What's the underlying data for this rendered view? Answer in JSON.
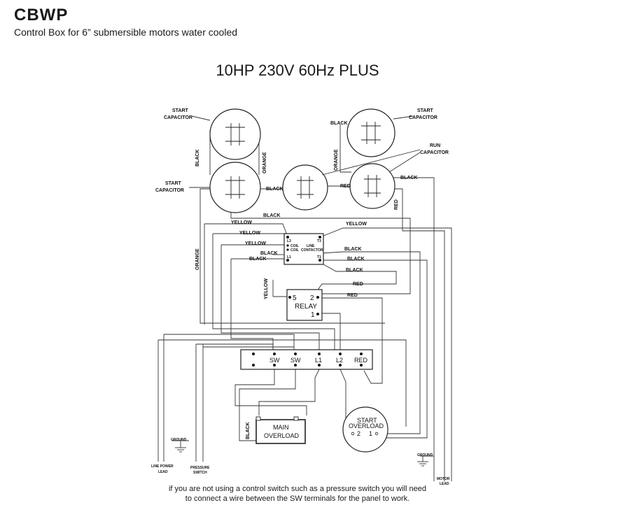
{
  "header": {
    "brand": "CBWP",
    "subtitle": "Control Box for 6” submersible motors water cooled",
    "heading": "10HP 230V 60Hz PLUS"
  },
  "labels": {
    "start_capacitor_line1": "START",
    "start_capacitor_line2": "CAPACITOR",
    "run_capacitor_line1": "RUN",
    "run_capacitor_line2": "CAPACITOR",
    "black": "BLACK",
    "orange": "ORANGE",
    "red": "RED",
    "yellow": "YELLOW",
    "ground": "GROUND",
    "line_power_line1": "LINE POWER",
    "line_power_line2": "LEAD",
    "pressure_line1": "PRESSURE",
    "pressure_line2": "SWITCH",
    "motor_line1": "MOTOR",
    "motor_line2": "LEAD"
  },
  "contactor": {
    "l3": "L3",
    "t3": "T3",
    "coil": "COIL",
    "line": "LINE",
    "contactor": "CONTACTOR",
    "l1": "L1",
    "t1": "T1"
  },
  "relay": {
    "label": "RELAY",
    "t5": "5",
    "t2": "2",
    "t1": "1"
  },
  "terminal_block": {
    "terminals": [
      "SW",
      "SW",
      "L1",
      "L2",
      "RED"
    ]
  },
  "main_overload": {
    "line1": "MAIN",
    "line2": "OVERLOAD"
  },
  "start_overload": {
    "line1": "START",
    "line2": "OVERLOAD",
    "t2": "2",
    "t1": "1"
  },
  "footer": {
    "line1": "if you are not using a control switch such as a pressure switch you will need",
    "line2": "to connect a wire between the SW terminals for the panel to work."
  }
}
